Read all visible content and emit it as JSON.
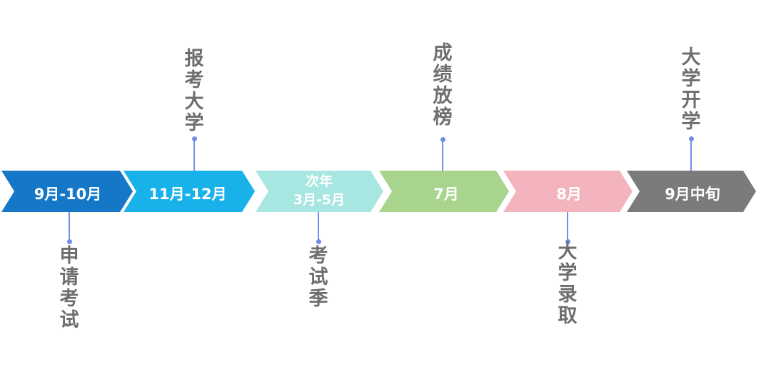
{
  "segments": [
    {
      "label": "9月-10月",
      "color": "#1477c7"
    },
    {
      "label": "11月-12月",
      "color": "#19b1ea"
    },
    {
      "label_line1": "次年",
      "label_line2": "3月-5月",
      "color": "#a8e6e2"
    },
    {
      "label": "7月",
      "color": "#a8d48e"
    },
    {
      "label": "8月",
      "color": "#f3b4bd"
    },
    {
      "label": "9月中旬",
      "color": "#7b7b7b"
    }
  ],
  "events": [
    {
      "text": "申请考试",
      "position": "below"
    },
    {
      "text": "报考大学",
      "position": "above"
    },
    {
      "text": "考试季",
      "position": "below"
    },
    {
      "text": "成绩放榜",
      "position": "above"
    },
    {
      "text": "大学录取",
      "position": "below"
    },
    {
      "text": "大学开学",
      "position": "above"
    }
  ],
  "colors": {
    "connector": "#6f8fe8",
    "event_text": "#6e6e6e",
    "segment_text": "#ffffff"
  }
}
